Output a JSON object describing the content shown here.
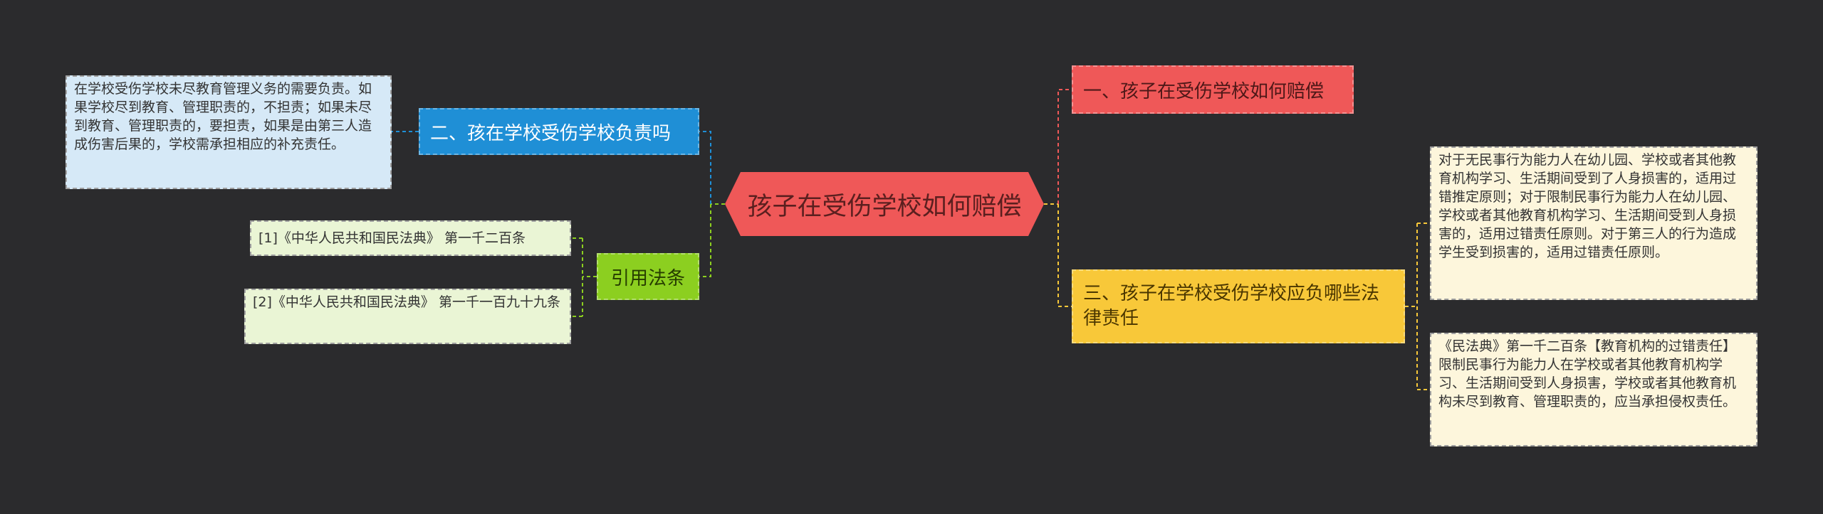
{
  "colors": {
    "background": "#2b2b2d",
    "center": "#ef5858",
    "branch_red": "#ef5858",
    "branch_blue": "#1f8fd6",
    "branch_green": "#8ccf20",
    "branch_yellow": "#f8c839"
  },
  "center": {
    "label": "孩子在受伤学校如何赔偿"
  },
  "branches": {
    "red": {
      "label": "一、孩子在受伤学校如何赔偿"
    },
    "blue": {
      "label": "二、孩在学校受伤学校负责吗",
      "leaf": "在学校受伤学校未尽教育管理义务的需要负责。如果学校尽到教育、管理职责的，不担责；如果未尽到教育、管理职责的，要担责，如果是由第三人造成伤害后果的，学校需承担相应的补充责任。"
    },
    "green": {
      "label": "引用法条",
      "leaves": [
        "[1]《中华人民共和国民法典》 第一千二百条",
        "[2]《中华人民共和国民法典》 第一千一百九十九条"
      ]
    },
    "yellow": {
      "label": "三、孩子在学校受伤学校应负哪些法律责任",
      "leaves": [
        "对于无民事行为能力人在幼儿园、学校或者其他教育机构学习、生活期间受到了人身损害的，适用过错推定原则；对于限制民事行为能力人在幼儿园、学校或者其他教育机构学习、生活期间受到人身损害的，适用过错责任原则。对于第三人的行为造成学生受到损害的，适用过错责任原则。",
        "《民法典》第一千二百条【教育机构的过错责任】限制民事行为能力人在学校或者其他教育机构学习、生活期间受到人身损害，学校或者其他教育机构未尽到教育、管理职责的，应当承担侵权责任。"
      ]
    }
  }
}
